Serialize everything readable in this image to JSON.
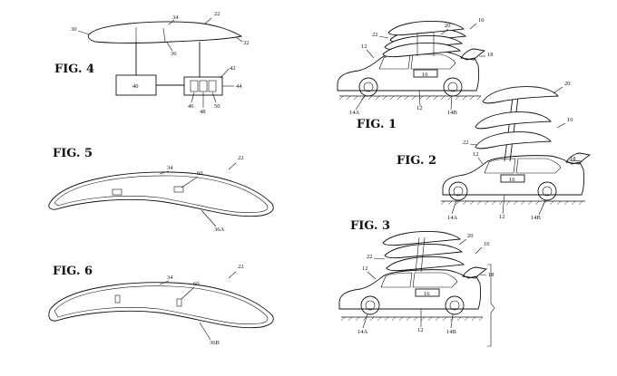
{
  "figures": {
    "fig4": {
      "label": "FIG. 4",
      "refs": {
        "r22": "22",
        "r30": "30",
        "r34": "34",
        "r32": "32",
        "r36": "36",
        "r40": "40",
        "r42": "42",
        "r44": "44",
        "r46": "46",
        "r48": "48",
        "r50": "50"
      }
    },
    "fig5": {
      "label": "FIG. 5",
      "refs": {
        "r22": "22",
        "r34": "34",
        "r60": "60",
        "r36a": "36A"
      }
    },
    "fig6": {
      "label": "FIG. 6",
      "refs": {
        "r22": "22",
        "r34": "34",
        "r60": "60",
        "r36b": "36B"
      }
    },
    "fig1": {
      "label": "FIG. 1",
      "refs": {
        "r20": "20",
        "r10": "10",
        "r22": "22",
        "r12a": "12",
        "r18": "18",
        "r16": "16",
        "r14a": "14A",
        "r12b": "12",
        "r14b": "14B"
      }
    },
    "fig2": {
      "label": "FIG. 2",
      "refs": {
        "r20": "20",
        "r10": "10",
        "r22": "22",
        "r12a": "12",
        "r18": "18",
        "r16": "16",
        "r14a": "14A",
        "r12b": "12",
        "r14b": "14B"
      }
    },
    "fig3": {
      "label": "FIG. 3",
      "refs": {
        "r20": "20",
        "r10": "10",
        "r22": "22",
        "r12a": "12",
        "r18": "18",
        "r16": "16",
        "r14a": "14A",
        "r12b": "12",
        "r14b": "14B"
      }
    }
  }
}
